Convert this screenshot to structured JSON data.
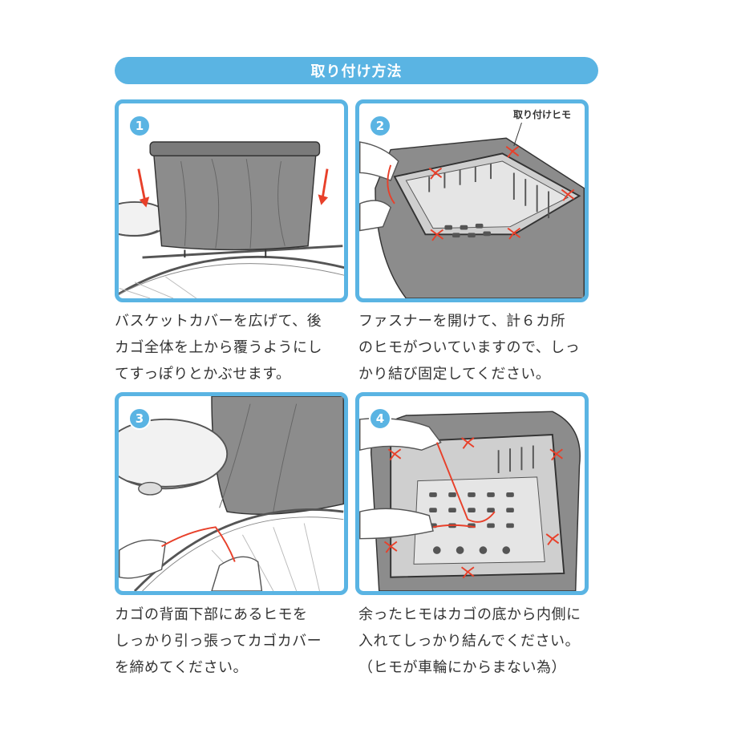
{
  "title": "取り付け方法",
  "steps": [
    {
      "number": "1",
      "caption": "バスケットカバーを広げて、後\nカゴ全体を上から覆うようにし\nてすっぽりとかぶせます。"
    },
    {
      "number": "2",
      "caption": "ファスナーを開けて、計６カ所\nのヒモがついていますので、しっ\nかり結び固定してください。",
      "callout": "取り付けヒモ"
    },
    {
      "number": "3",
      "caption": "カゴの背面下部にあるヒモを\nしっかり引っ張ってカゴカバー\nを締めてください。"
    },
    {
      "number": "4",
      "caption": "余ったヒモはカゴの底から内側に\n入れてしっかり結んでください。\n（ヒモが車輪にからまない為）"
    }
  ],
  "colors": {
    "accent": "#5ab4e3",
    "cover": "#8c8c8c",
    "string": "#e8402a"
  }
}
